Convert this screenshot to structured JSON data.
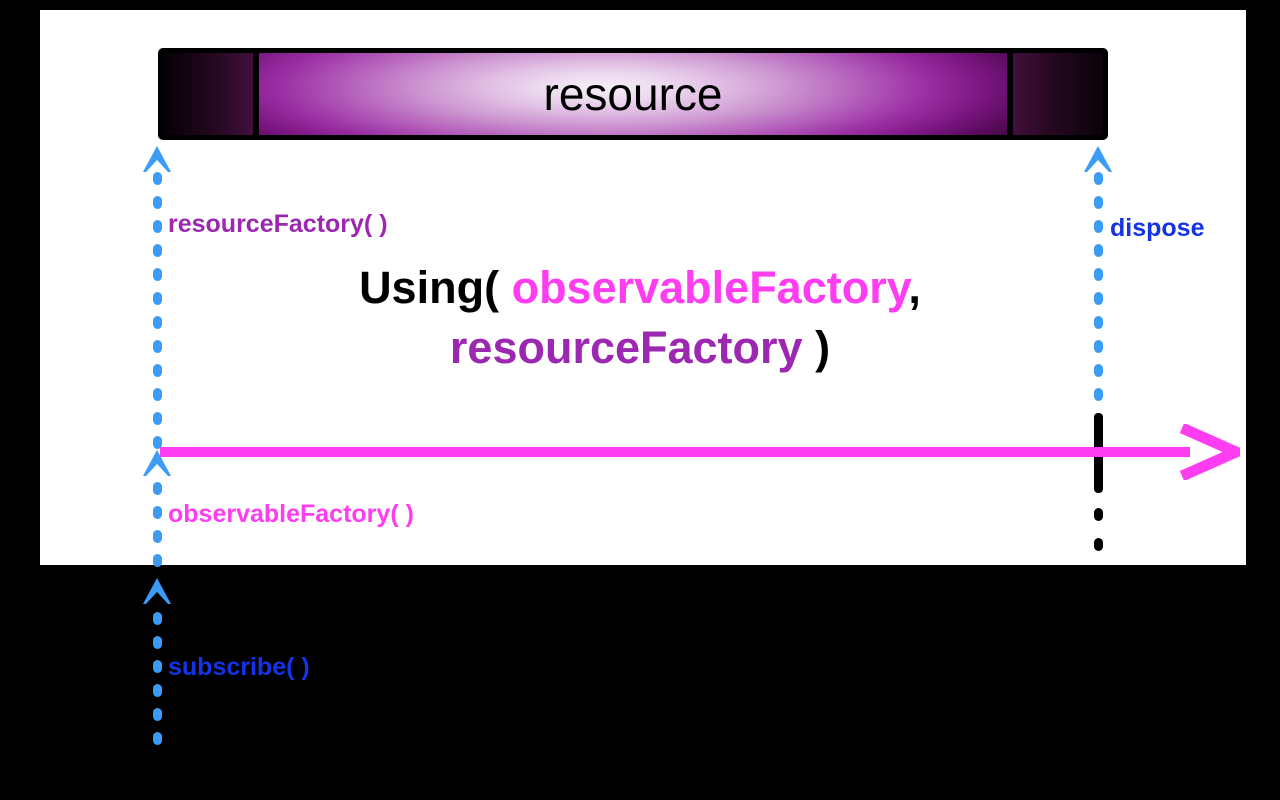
{
  "canvas": {
    "background": "#ffffff",
    "outer_background": "#000000"
  },
  "resource": {
    "label": "resource",
    "bar_border_color": "#000000",
    "gradient_light": "#f6eff8",
    "gradient_mid": "#9a2ea3",
    "gradient_dark": "#0a0209"
  },
  "expression": {
    "prefix": "Using(",
    "arg1": "observableFactory",
    "separator": ",",
    "arg2": "resourceFactory",
    "suffix": ")",
    "color_prefix": "#000000",
    "color_arg1": "#ff3df0",
    "color_arg2": "#9c27b0"
  },
  "labels": {
    "resource_factory": "resourceFactory( )",
    "dispose": "dispose",
    "observable_factory": "observableFactory( )",
    "subscribe": "subscribe( )",
    "color_resource_factory": "#9c27b0",
    "color_dispose": "#1432e6",
    "color_observable_factory": "#ff3df0",
    "color_subscribe": "#1432e6"
  },
  "stream": {
    "line_color": "#ff3df0",
    "arrow_direction": "right"
  },
  "timelines": {
    "left_lane_color": "#3b9bf5",
    "right_lane_color": "#3b9bf5",
    "right_lane_solid_color": "#000000"
  },
  "icons": {
    "arrow_up": "arrow-up-icon",
    "arrow_right": "arrow-right-icon",
    "dotted_line": "dotted-line-icon"
  }
}
